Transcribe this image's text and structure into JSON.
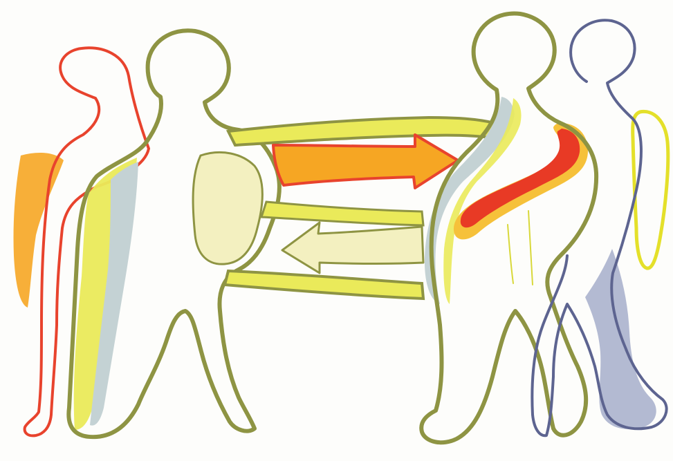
{
  "colors": {
    "paper": "#fdfdfb",
    "olive_outline": "#8e9443",
    "red_outline": "#e8432d",
    "navy_outline": "#5d6490",
    "yellow": "#eaea5a",
    "pale_yellow": "#f3f0c0",
    "blue_grey": "#c4d2d4",
    "orange": "#f6a623",
    "red": "#e83a25",
    "navy_shade": "#9aa3c4"
  },
  "figures": [
    {
      "name": "left-back-figure-red"
    },
    {
      "name": "left-front-figure-olive"
    },
    {
      "name": "right-front-figure-olive"
    },
    {
      "name": "right-back-figure-navy"
    }
  ],
  "arrows": [
    {
      "name": "orange-arrow",
      "direction": "right"
    },
    {
      "name": "pale-yellow-arrow",
      "direction": "left"
    }
  ]
}
